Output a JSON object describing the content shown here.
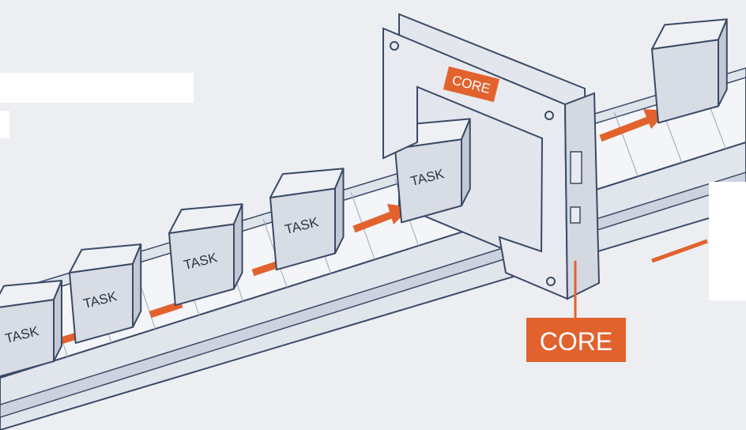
{
  "illustration": {
    "task_boxes": [
      {
        "label": "TASK"
      },
      {
        "label": "TASK"
      },
      {
        "label": "TASK"
      },
      {
        "label": "TASK"
      },
      {
        "label": "TASK"
      }
    ],
    "gate_label": "CORE",
    "callout_label": "CORE",
    "colors": {
      "accent": "#e2622e",
      "outline": "#3a4a66",
      "box_front": "#d8dce4",
      "box_top": "#eef0f4",
      "box_side": "#c3c9d4",
      "background": "#eceef2"
    }
  }
}
